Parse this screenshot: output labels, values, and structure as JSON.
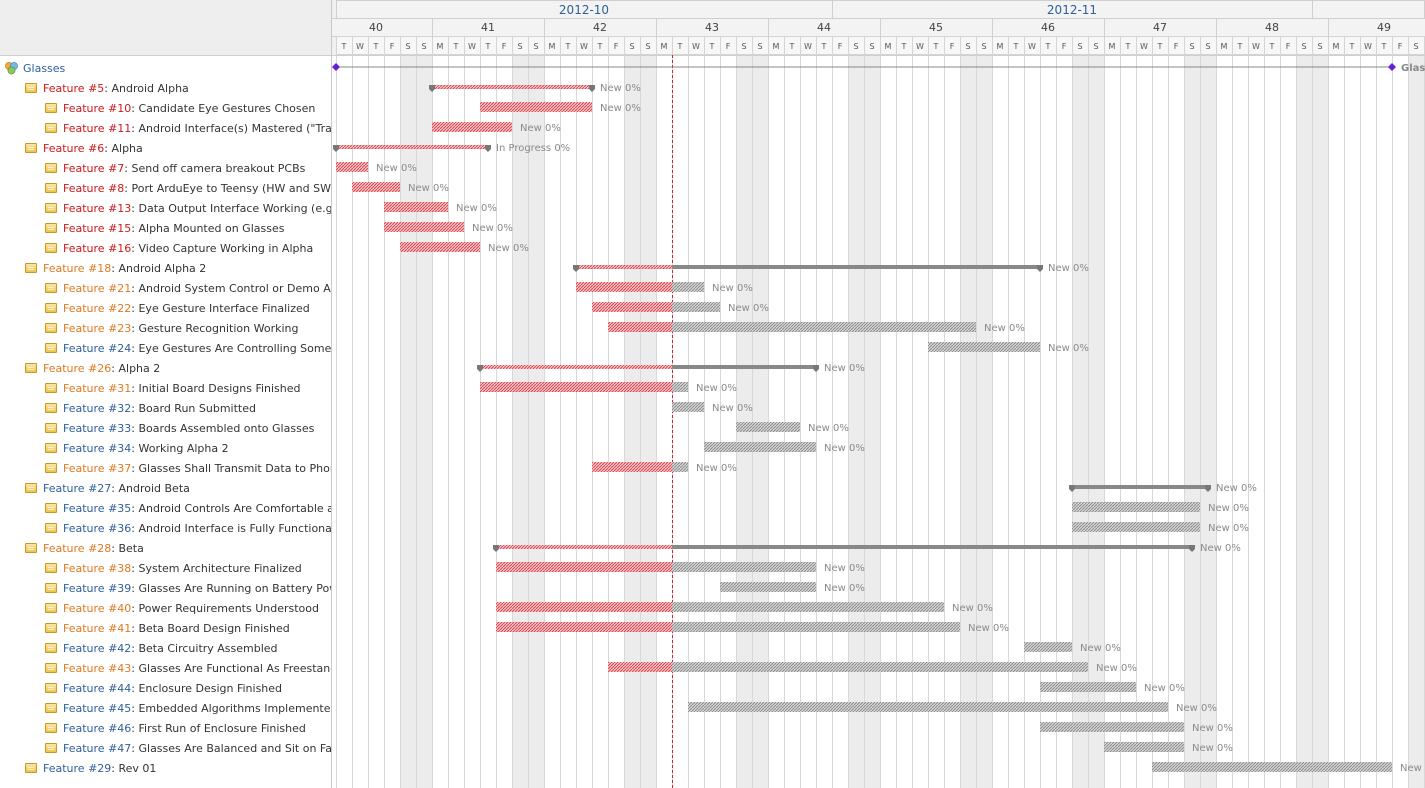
{
  "timeline": {
    "months": [
      {
        "label": "2012-10",
        "start": 0,
        "days": 31
      },
      {
        "label": "2012-11",
        "start": 31,
        "days": 30
      },
      {
        "label": "",
        "start": 61,
        "days": 7
      }
    ],
    "weeks": [
      "40",
      "41",
      "42",
      "43",
      "44",
      "45",
      "46",
      "47",
      "48",
      "49"
    ],
    "first_day_letter_index": 1,
    "day_letters": [
      "M",
      "T",
      "W",
      "T",
      "F",
      "S",
      "S"
    ],
    "today_day": 21
  },
  "colors": {
    "done": "#e8636b",
    "todo": "#9a9a9a",
    "parent": "#888888",
    "weekend": "#ececec",
    "project": "#6a1be0",
    "today": "#c8282d"
  },
  "project": {
    "name": "Glasses",
    "gantt_label": "Glass"
  },
  "rows": [
    {
      "num": "#5",
      "title": "Android Alpha",
      "indent": 1,
      "tracker_color": "red",
      "parent": true,
      "start": 6,
      "end": 16,
      "status": "New",
      "pct": "0%"
    },
    {
      "num": "#10",
      "title": "Candidate Eye Gestures Chosen",
      "indent": 2,
      "tracker_color": "red",
      "parent": false,
      "start": 9,
      "end": 16,
      "status": "New",
      "pct": "0%"
    },
    {
      "num": "#11",
      "title": "Android Interface(s) Mastered (\"Trackp...",
      "indent": 2,
      "tracker_color": "red",
      "parent": false,
      "start": 6,
      "end": 11,
      "status": "New",
      "pct": "0%"
    },
    {
      "num": "#6",
      "title": "Alpha",
      "indent": 1,
      "tracker_color": "red",
      "parent": true,
      "start": 0,
      "end": 9.5,
      "status": "In Progress",
      "pct": "0%"
    },
    {
      "num": "#7",
      "title": "Send off camera breakout PCBs",
      "indent": 2,
      "tracker_color": "red",
      "parent": false,
      "start": 0,
      "end": 2,
      "status": "New",
      "pct": "0%"
    },
    {
      "num": "#8",
      "title": "Port ArduEye to Teensy (HW and SW)",
      "indent": 2,
      "tracker_color": "red",
      "parent": false,
      "start": 1,
      "end": 4,
      "status": "New",
      "pct": "0%"
    },
    {
      "num": "#13",
      "title": "Data Output Interface Working (e.g. U...",
      "indent": 2,
      "tracker_color": "red",
      "parent": false,
      "start": 3,
      "end": 7,
      "status": "New",
      "pct": "0%"
    },
    {
      "num": "#15",
      "title": "Alpha Mounted on Glasses",
      "indent": 2,
      "tracker_color": "red",
      "parent": false,
      "start": 3,
      "end": 8,
      "status": "New",
      "pct": "0%"
    },
    {
      "num": "#16",
      "title": "Video Capture Working in Alpha",
      "indent": 2,
      "tracker_color": "red",
      "parent": false,
      "start": 4,
      "end": 9,
      "status": "New",
      "pct": "0%"
    },
    {
      "num": "#18",
      "title": "Android Alpha 2",
      "indent": 1,
      "tracker_color": "orange",
      "parent": true,
      "start": 15,
      "end": 44,
      "status": "New",
      "pct": "0%"
    },
    {
      "num": "#21",
      "title": "Android System Control or Demo Appli...",
      "indent": 2,
      "tracker_color": "orange",
      "parent": false,
      "start": 15,
      "end": 23,
      "status": "New",
      "pct": "0%"
    },
    {
      "num": "#22",
      "title": "Eye Gesture Interface Finalized",
      "indent": 2,
      "tracker_color": "orange",
      "parent": false,
      "start": 16,
      "end": 24,
      "status": "New",
      "pct": "0%"
    },
    {
      "num": "#23",
      "title": "Gesture Recognition Working",
      "indent": 2,
      "tracker_color": "orange",
      "parent": false,
      "start": 17,
      "end": 40,
      "status": "New",
      "pct": "0%"
    },
    {
      "num": "#24",
      "title": "Eye Gestures Are Controlling Somethi...",
      "indent": 2,
      "tracker_color": "blue",
      "parent": false,
      "start": 37,
      "end": 44,
      "status": "New",
      "pct": "0%"
    },
    {
      "num": "#26",
      "title": "Alpha 2",
      "indent": 1,
      "tracker_color": "orange",
      "parent": true,
      "start": 9,
      "end": 30,
      "status": "New",
      "pct": "0%"
    },
    {
      "num": "#31",
      "title": "Initial Board Designs Finished",
      "indent": 2,
      "tracker_color": "orange",
      "parent": false,
      "start": 9,
      "end": 22,
      "status": "New",
      "pct": "0%"
    },
    {
      "num": "#32",
      "title": "Board Run Submitted",
      "indent": 2,
      "tracker_color": "blue",
      "parent": false,
      "start": 21,
      "end": 23,
      "status": "New",
      "pct": "0%"
    },
    {
      "num": "#33",
      "title": "Boards Assembled onto Glasses",
      "indent": 2,
      "tracker_color": "blue",
      "parent": false,
      "start": 25,
      "end": 29,
      "status": "New",
      "pct": "0%"
    },
    {
      "num": "#34",
      "title": "Working Alpha 2",
      "indent": 2,
      "tracker_color": "blue",
      "parent": false,
      "start": 23,
      "end": 30,
      "status": "New",
      "pct": "0%"
    },
    {
      "num": "#37",
      "title": "Glasses Shall Transmit Data to Phone ...",
      "indent": 2,
      "tracker_color": "orange",
      "parent": false,
      "start": 16,
      "end": 22,
      "status": "New",
      "pct": "0%"
    },
    {
      "num": "#27",
      "title": "Android Beta",
      "indent": 1,
      "tracker_color": "blue",
      "parent": true,
      "start": 46,
      "end": 54.5,
      "status": "New",
      "pct": "0%"
    },
    {
      "num": "#35",
      "title": "Android Controls Are Comfortable and ...",
      "indent": 2,
      "tracker_color": "blue",
      "parent": false,
      "start": 46,
      "end": 54,
      "status": "New",
      "pct": "0%"
    },
    {
      "num": "#36",
      "title": "Android Interface is Fully Functional",
      "indent": 2,
      "tracker_color": "blue",
      "parent": false,
      "start": 46,
      "end": 54,
      "status": "New",
      "pct": "0%"
    },
    {
      "num": "#28",
      "title": "Beta",
      "indent": 1,
      "tracker_color": "orange",
      "parent": true,
      "start": 10,
      "end": 53.5,
      "status": "New",
      "pct": "0%"
    },
    {
      "num": "#38",
      "title": "System Architecture Finalized",
      "indent": 2,
      "tracker_color": "orange",
      "parent": false,
      "start": 10,
      "end": 30,
      "status": "New",
      "pct": "0%"
    },
    {
      "num": "#39",
      "title": "Glasses Are Running on Battery Power",
      "indent": 2,
      "tracker_color": "blue",
      "parent": false,
      "start": 24,
      "end": 30,
      "status": "New",
      "pct": "0%"
    },
    {
      "num": "#40",
      "title": "Power Requirements Understood",
      "indent": 2,
      "tracker_color": "orange",
      "parent": false,
      "start": 10,
      "end": 38,
      "status": "New",
      "pct": "0%"
    },
    {
      "num": "#41",
      "title": "Beta Board Design Finished",
      "indent": 2,
      "tracker_color": "orange",
      "parent": false,
      "start": 10,
      "end": 39,
      "status": "New",
      "pct": "0%"
    },
    {
      "num": "#42",
      "title": "Beta Circuitry Assembled",
      "indent": 2,
      "tracker_color": "blue",
      "parent": false,
      "start": 43,
      "end": 46,
      "status": "New",
      "pct": "0%"
    },
    {
      "num": "#43",
      "title": "Glasses Are Functional As Freestandin...",
      "indent": 2,
      "tracker_color": "orange",
      "parent": false,
      "start": 17,
      "end": 47,
      "status": "New",
      "pct": "0%"
    },
    {
      "num": "#44",
      "title": "Enclosure Design Finished",
      "indent": 2,
      "tracker_color": "blue",
      "parent": false,
      "start": 44,
      "end": 50,
      "status": "New",
      "pct": "0%"
    },
    {
      "num": "#45",
      "title": "Embedded Algorithms Implemented an...",
      "indent": 2,
      "tracker_color": "blue",
      "parent": false,
      "start": 22,
      "end": 52,
      "status": "New",
      "pct": "0%"
    },
    {
      "num": "#46",
      "title": "First Run of Enclosure Finished",
      "indent": 2,
      "tracker_color": "blue",
      "parent": false,
      "start": 44,
      "end": 53,
      "status": "New",
      "pct": "0%"
    },
    {
      "num": "#47",
      "title": "Glasses Are Balanced and Sit on Face ...",
      "indent": 2,
      "tracker_color": "blue",
      "parent": false,
      "start": 48,
      "end": 53,
      "status": "New",
      "pct": "0%"
    },
    {
      "num": "#29",
      "title": "Rev 01",
      "indent": 1,
      "tracker_color": "blue",
      "parent": false,
      "start": 51,
      "end": 66,
      "status": "New",
      "pct": ""
    }
  ],
  "tracker_word": "Feature"
}
